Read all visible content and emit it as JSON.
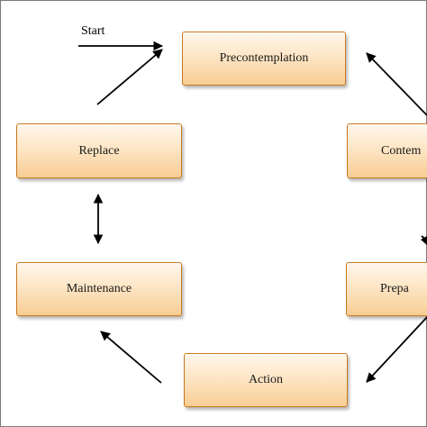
{
  "diagram": {
    "start_label": "Start",
    "stages": {
      "precontemplation": "Precontemplation",
      "contemplation": "Contem",
      "preparation": "Prepa",
      "action": "Action",
      "maintenance": "Maintenance",
      "replace": "Replace"
    }
  }
}
